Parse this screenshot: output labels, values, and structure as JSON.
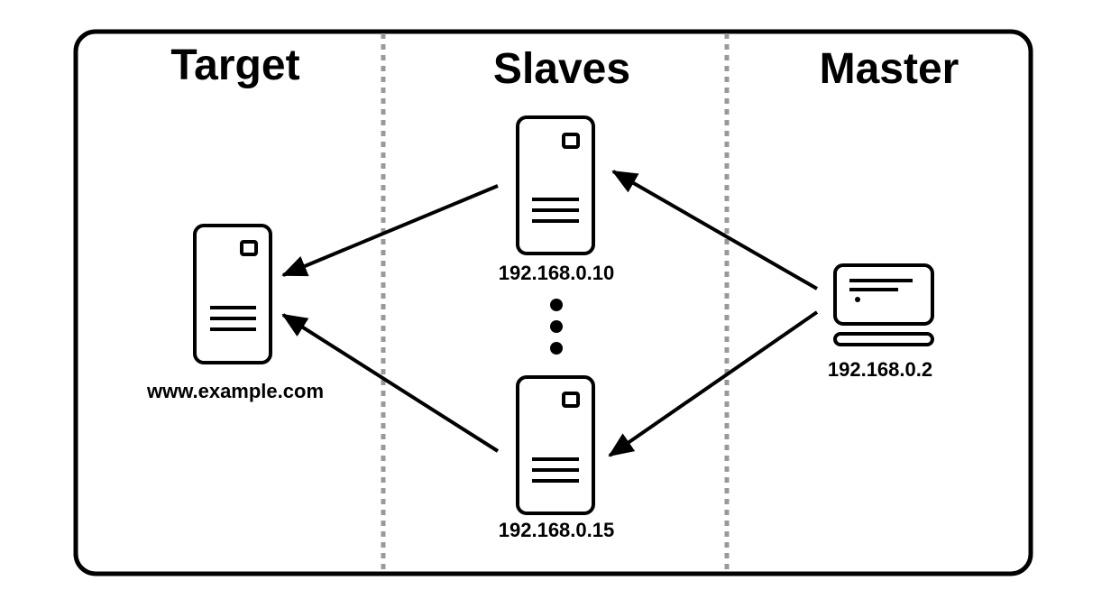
{
  "colors": {
    "stroke": "#000000",
    "divider": "#999999",
    "background": "#ffffff"
  },
  "columns": {
    "target": {
      "title": "Target"
    },
    "slaves": {
      "title": "Slaves"
    },
    "master": {
      "title": "Master"
    }
  },
  "nodes": {
    "target": {
      "label": "www.example.com",
      "icon": "server-icon"
    },
    "slave_top": {
      "label": "192.168.0.10",
      "icon": "server-icon"
    },
    "slave_bottom": {
      "label": "192.168.0.15",
      "icon": "server-icon"
    },
    "master": {
      "label": "192.168.0.2",
      "icon": "laptop-icon"
    },
    "ellipsis": {
      "icon": "vertical-ellipsis-icon"
    }
  },
  "edges": [
    {
      "from": "master",
      "to": "slave_top"
    },
    {
      "from": "master",
      "to": "slave_bottom"
    },
    {
      "from": "slave_top",
      "to": "target"
    },
    {
      "from": "slave_bottom",
      "to": "target"
    }
  ]
}
